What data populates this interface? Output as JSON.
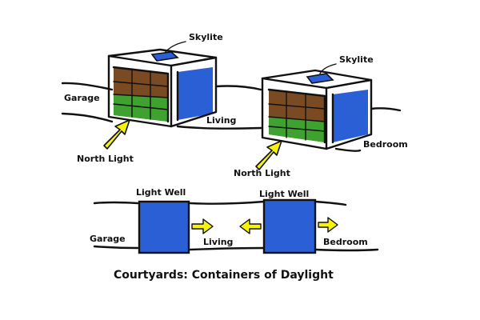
{
  "labels": {
    "skylite_left": "Skylite",
    "skylite_right": "Skylite",
    "garage_top": "Garage",
    "living_top": "Living",
    "bedroom_top": "Bedroom",
    "north_light_left": "North Light",
    "north_light_right": "North Light",
    "light_well_left": "Light Well",
    "light_well_right": "Light Well",
    "garage_bottom": "Garage",
    "living_bottom": "Living",
    "bedroom_bottom": "Bedroom"
  },
  "caption": "Courtyards: Containers of Daylight",
  "colors": {
    "ink": "#111111",
    "blue": "#2a5fd6",
    "brown": "#7a4a22",
    "green": "#3fa12f",
    "yellow": "#f7f20a"
  }
}
